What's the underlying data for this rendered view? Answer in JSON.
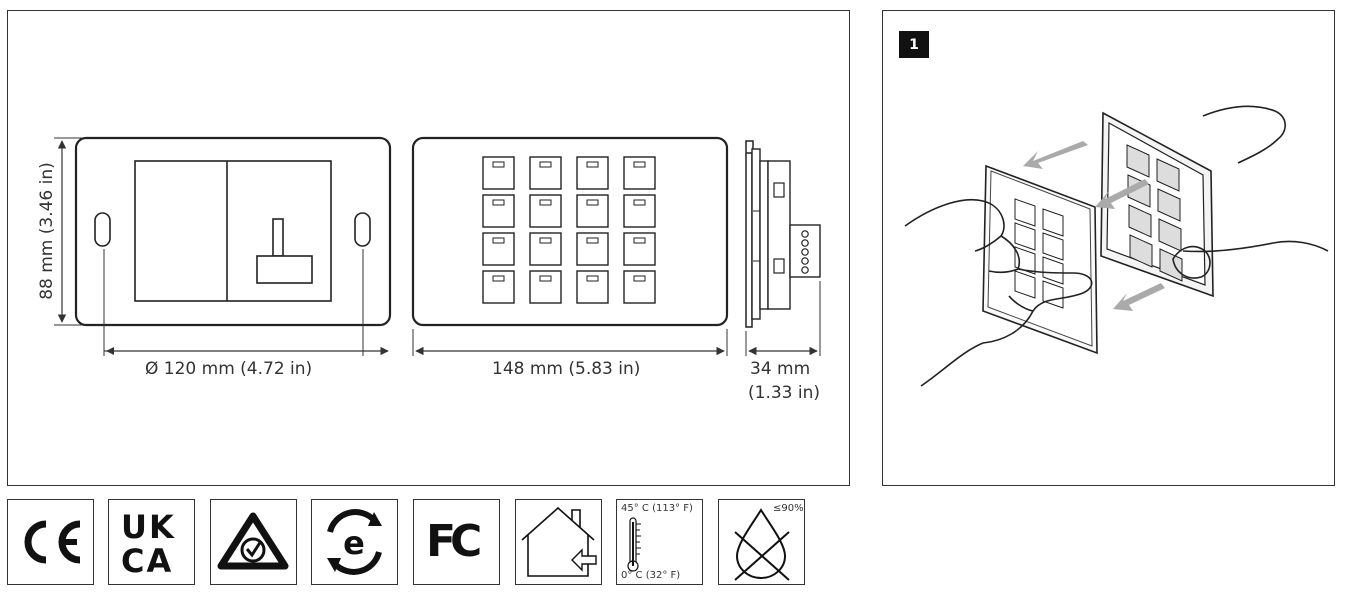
{
  "dimensions": {
    "height_label": "88 mm (3.46 in)",
    "hole_spacing_label": "Ø 120 mm (4.72 in)",
    "width_label": "148 mm (5.83 in)",
    "depth_label_mm": "34 mm",
    "depth_label_in": "(1.33 in)"
  },
  "installation": {
    "step_number": "1"
  },
  "certifications": {
    "ukca_line1": "UK",
    "ukca_line2": "CA",
    "fcc_text": "FC",
    "temp_max": "45° C (113° F)",
    "temp_min": "0° C (32° F)",
    "humidity_max": "≤90%"
  },
  "icons": [
    "ce-mark-icon",
    "ukca-mark-icon",
    "rcm-mark-icon",
    "recycle-e-icon",
    "fcc-mark-icon",
    "indoor-use-icon",
    "temperature-range-icon",
    "humidity-icon"
  ]
}
